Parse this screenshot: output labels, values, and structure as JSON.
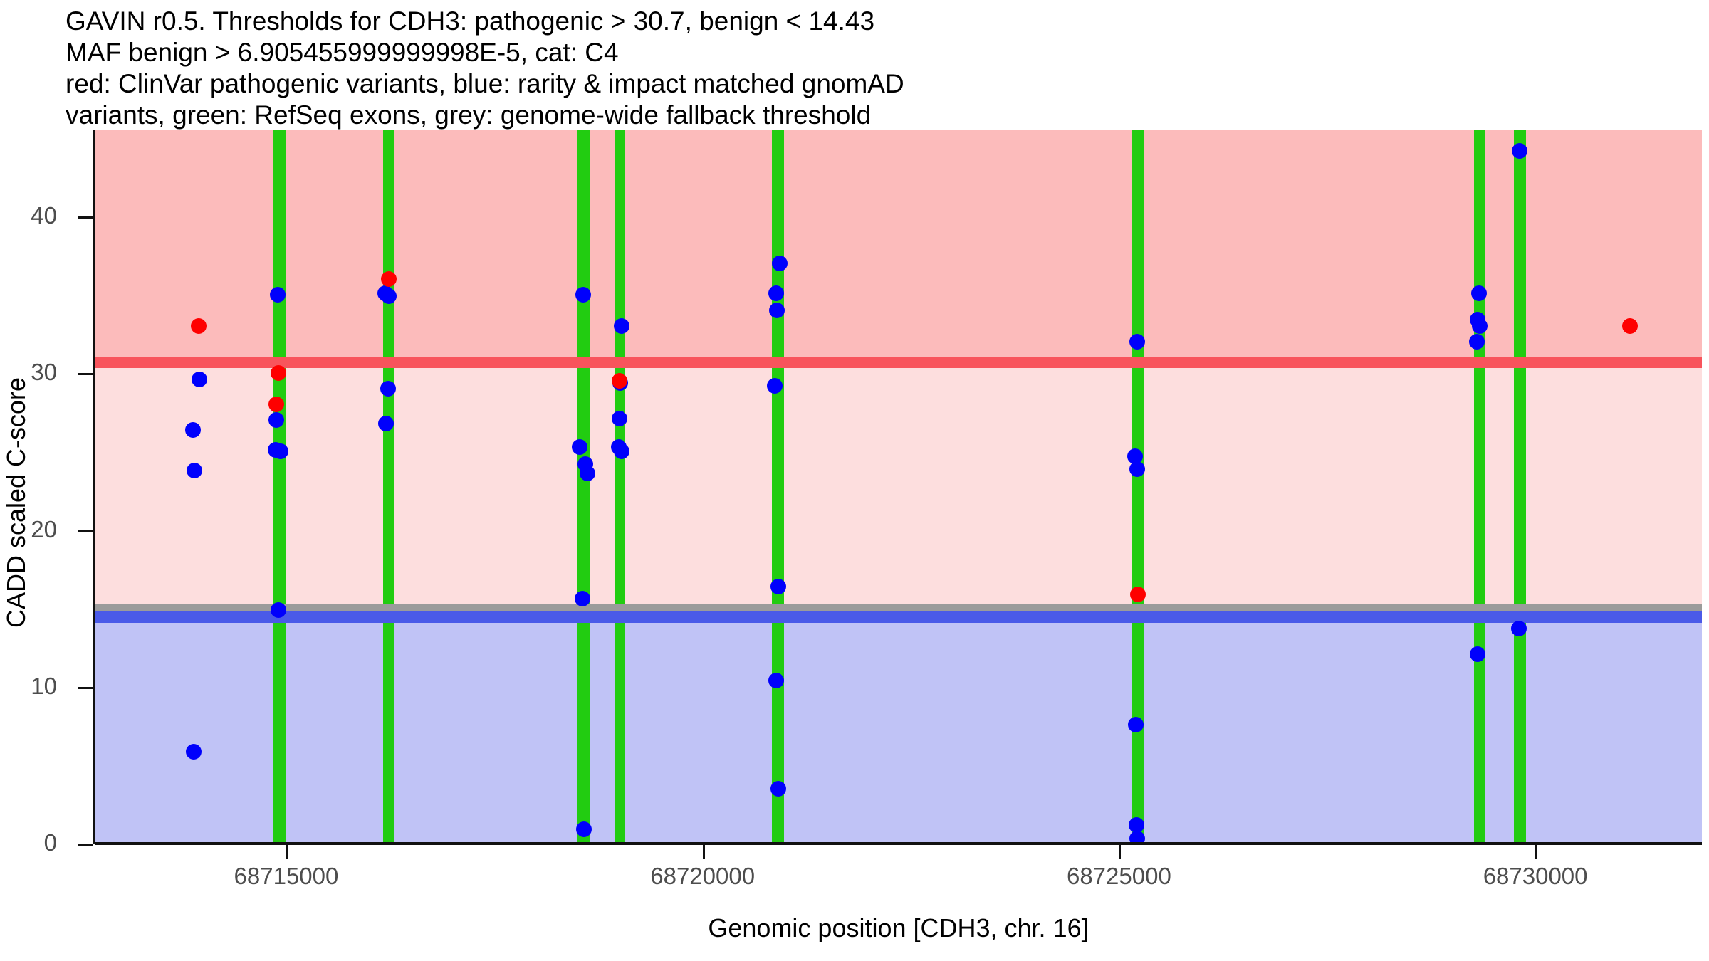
{
  "title": {
    "lines": [
      "GAVIN r0.5. Thresholds for CDH3: pathogenic > 30.7, benign < 14.43",
      "MAF benign > 6.905455999999998E-5, cat: C4",
      "red: ClinVar pathogenic variants, blue: rarity & impact matched gnomAD",
      "variants, green: RefSeq exons, grey: genome-wide fallback threshold"
    ]
  },
  "legend_semantics": {
    "red": "ClinVar pathogenic variants",
    "blue": "rarity & impact matched gnomAD variants",
    "green": "RefSeq exons",
    "grey": "genome-wide fallback threshold"
  },
  "thresholds": {
    "pathogenic": 30.7,
    "benign": 14.43,
    "genome_wide_fallback": 15.06,
    "maf_benign": "6.905455999999998E-5",
    "category": "C4",
    "gene": "CDH3",
    "chromosome": "16",
    "tool_version": "GAVIN r0.5"
  },
  "colors": {
    "pathogenic_band": "#fcbbbb",
    "vus_band": "#fddede",
    "benign_band": "#c0c3f6",
    "pathogenic_line": "#f8545c",
    "benign_line": "#4a5ae8",
    "fallback_line": "#9b9b9b",
    "exon": "#22cc11",
    "point_red": "#fe0000",
    "point_blue": "#0000fc",
    "axis_text": "#4d4d4d",
    "panel_bg": "#ffffff"
  },
  "chart_data": {
    "type": "scatter",
    "title": "GAVIN r0.5. Thresholds for CDH3: pathogenic > 30.7, benign < 14.43",
    "xlabel": "Genomic position [CDH3, chr. 16]",
    "ylabel": "CADD scaled C-score",
    "xlim": [
      68712700,
      68732000
    ],
    "ylim": [
      0,
      45.5
    ],
    "xticks": [
      68715000,
      68720000,
      68725000,
      68730000
    ],
    "xticklabels": [
      "68715000",
      "68720000",
      "68725000",
      "68730000"
    ],
    "yticks": [
      0,
      10,
      20,
      30,
      40
    ],
    "yticklabels": [
      "0",
      "10",
      "20",
      "30",
      "40"
    ],
    "grid": false,
    "legend": "none",
    "bands": [
      {
        "name": "pathogenic-region",
        "y_from": 30.7,
        "y_to": 45.5,
        "color": "#fcbbbb"
      },
      {
        "name": "vus-region",
        "y_from": 15.06,
        "y_to": 30.7,
        "color": "#fddede"
      },
      {
        "name": "benign-region",
        "y_from": 0,
        "y_to": 14.43,
        "color": "#c0c3f6"
      }
    ],
    "threshold_lines": [
      {
        "name": "pathogenic-threshold",
        "value": 30.7,
        "color": "#f8545c",
        "thickness": 0.75
      },
      {
        "name": "genome-wide-fallback-threshold",
        "value": 15.06,
        "color": "#9b9b9b",
        "thickness": 0.5
      },
      {
        "name": "benign-threshold",
        "value": 14.43,
        "color": "#4a5ae8",
        "thickness": 0.75
      }
    ],
    "exons": [
      {
        "start": 68714850,
        "end": 68714990
      },
      {
        "start": 68716160,
        "end": 68716300
      },
      {
        "start": 68718500,
        "end": 68718650
      },
      {
        "start": 68718950,
        "end": 68719070
      },
      {
        "start": 68720830,
        "end": 68720980
      },
      {
        "start": 68725160,
        "end": 68725300
      },
      {
        "start": 68729260,
        "end": 68729390
      },
      {
        "start": 68729740,
        "end": 68729890
      }
    ],
    "series": [
      {
        "name": "ClinVar pathogenic variants",
        "color": "#fe0000",
        "points": [
          {
            "x": 68713950,
            "y": 33.0
          },
          {
            "x": 68714910,
            "y": 30.0
          },
          {
            "x": 68714880,
            "y": 28.0
          },
          {
            "x": 68716230,
            "y": 36.0
          },
          {
            "x": 68719000,
            "y": 29.5
          },
          {
            "x": 68725230,
            "y": 15.9
          },
          {
            "x": 68731140,
            "y": 33.0
          }
        ]
      },
      {
        "name": "rarity & impact matched gnomAD variants",
        "color": "#0000fc",
        "points": [
          {
            "x": 68713960,
            "y": 29.6
          },
          {
            "x": 68713880,
            "y": 26.4
          },
          {
            "x": 68713900,
            "y": 23.8
          },
          {
            "x": 68713890,
            "y": 5.85
          },
          {
            "x": 68714900,
            "y": 35.0
          },
          {
            "x": 68714880,
            "y": 27.0
          },
          {
            "x": 68714870,
            "y": 25.1
          },
          {
            "x": 68714930,
            "y": 25.0
          },
          {
            "x": 68714905,
            "y": 14.9
          },
          {
            "x": 68716190,
            "y": 35.1
          },
          {
            "x": 68716230,
            "y": 34.9
          },
          {
            "x": 68716220,
            "y": 29.0
          },
          {
            "x": 68716200,
            "y": 26.8
          },
          {
            "x": 68718570,
            "y": 35.0
          },
          {
            "x": 68718520,
            "y": 25.3
          },
          {
            "x": 68718590,
            "y": 24.2
          },
          {
            "x": 68718620,
            "y": 23.6
          },
          {
            "x": 68718560,
            "y": 15.6
          },
          {
            "x": 68718575,
            "y": 0.9
          },
          {
            "x": 68719030,
            "y": 33.0
          },
          {
            "x": 68719010,
            "y": 29.4
          },
          {
            "x": 68719005,
            "y": 27.1
          },
          {
            "x": 68718990,
            "y": 25.3
          },
          {
            "x": 68719025,
            "y": 25.0
          },
          {
            "x": 68720930,
            "y": 37.0
          },
          {
            "x": 68720880,
            "y": 35.1
          },
          {
            "x": 68720890,
            "y": 34.0
          },
          {
            "x": 68720870,
            "y": 29.2
          },
          {
            "x": 68720905,
            "y": 16.4
          },
          {
            "x": 68720880,
            "y": 10.4
          },
          {
            "x": 68720910,
            "y": 3.5
          },
          {
            "x": 68725215,
            "y": 32.0
          },
          {
            "x": 68725190,
            "y": 24.7
          },
          {
            "x": 68725215,
            "y": 23.9
          },
          {
            "x": 68725205,
            "y": 7.6
          },
          {
            "x": 68725210,
            "y": 1.2
          },
          {
            "x": 68725215,
            "y": 0.3
          },
          {
            "x": 68729320,
            "y": 35.1
          },
          {
            "x": 68729310,
            "y": 33.4
          },
          {
            "x": 68729330,
            "y": 33.0
          },
          {
            "x": 68729300,
            "y": 32.0
          },
          {
            "x": 68729310,
            "y": 12.1
          },
          {
            "x": 68729810,
            "y": 44.2
          },
          {
            "x": 68729800,
            "y": 13.7
          }
        ]
      }
    ]
  }
}
